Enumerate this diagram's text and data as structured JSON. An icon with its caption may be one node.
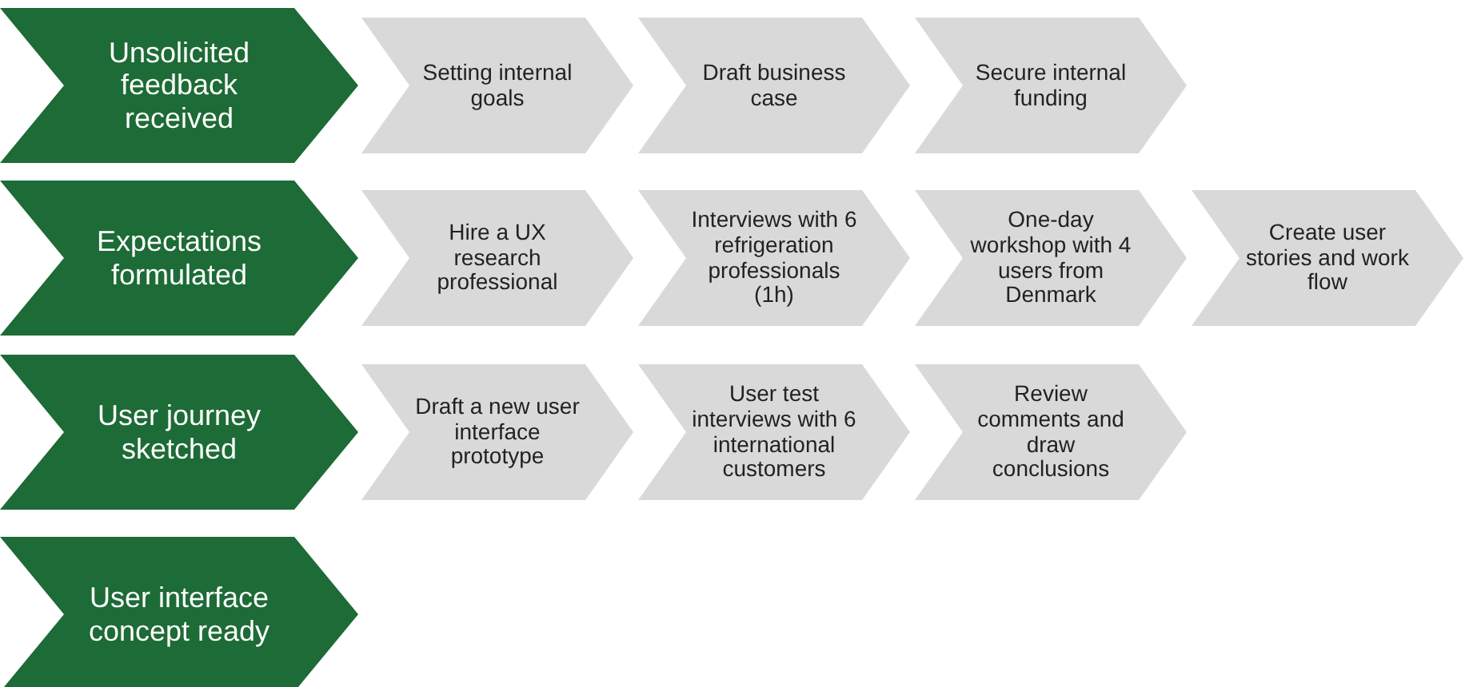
{
  "diagram": {
    "nodes": [
      {
        "text": [
          "Unsolicited feedback received"
        ]
      },
      {
        "text": [
          "Setting internal goals"
        ]
      },
      {
        "text": [
          "Draft business case"
        ]
      },
      {
        "text": [
          "Secure internal funding"
        ]
      },
      {
        "text": [
          "Expectations formulated"
        ]
      },
      {
        "text": [
          "Hire a UX research professional"
        ]
      },
      {
        "text": [
          "Interviews with 6 refrigeration professionals (1h)"
        ]
      },
      {
        "text": [
          "One-day workshop with 4 users from Denmark"
        ]
      },
      {
        "text": [
          "Create user stories and work flow"
        ]
      },
      {
        "text": [
          "User journey sketched"
        ]
      },
      {
        "text": [
          "Draft a new user interface prototype"
        ]
      },
      {
        "text": [
          "User test interviews with 6 international customers"
        ]
      },
      {
        "text": [
          "Review comments and draw conclusions"
        ]
      },
      {
        "text": [
          "User interface concept ready"
        ]
      }
    ]
  }
}
